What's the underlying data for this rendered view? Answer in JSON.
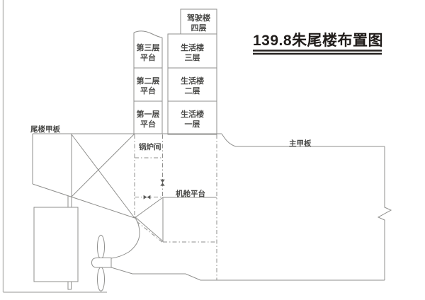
{
  "title": "139.8朱尾楼布置图",
  "colors": {
    "line": "#8f8f8d",
    "label_text": "#4a4a48",
    "title_text": "#201c1a",
    "sheet_border": "#b9b9b7",
    "background": "#ffffff"
  },
  "labels": {
    "poop_deck": "尾楼甲板",
    "boiler_room": "锅炉间",
    "engine_room_platform": "机舱平台",
    "main_deck": "主甲板"
  },
  "superstructure": {
    "bridge": {
      "line1": "驾驶楼",
      "line2": "四层"
    },
    "accommodation": [
      {
        "line1": "生活楼",
        "line2": "三层"
      },
      {
        "line1": "生活楼",
        "line2": "二层"
      },
      {
        "line1": "生活楼",
        "line2": "一层"
      }
    ],
    "platforms": [
      {
        "line1": "第三层",
        "line2": "平台"
      },
      {
        "line1": "第二层",
        "line2": "平台"
      },
      {
        "line1": "第一层",
        "line2": "平台"
      }
    ]
  }
}
